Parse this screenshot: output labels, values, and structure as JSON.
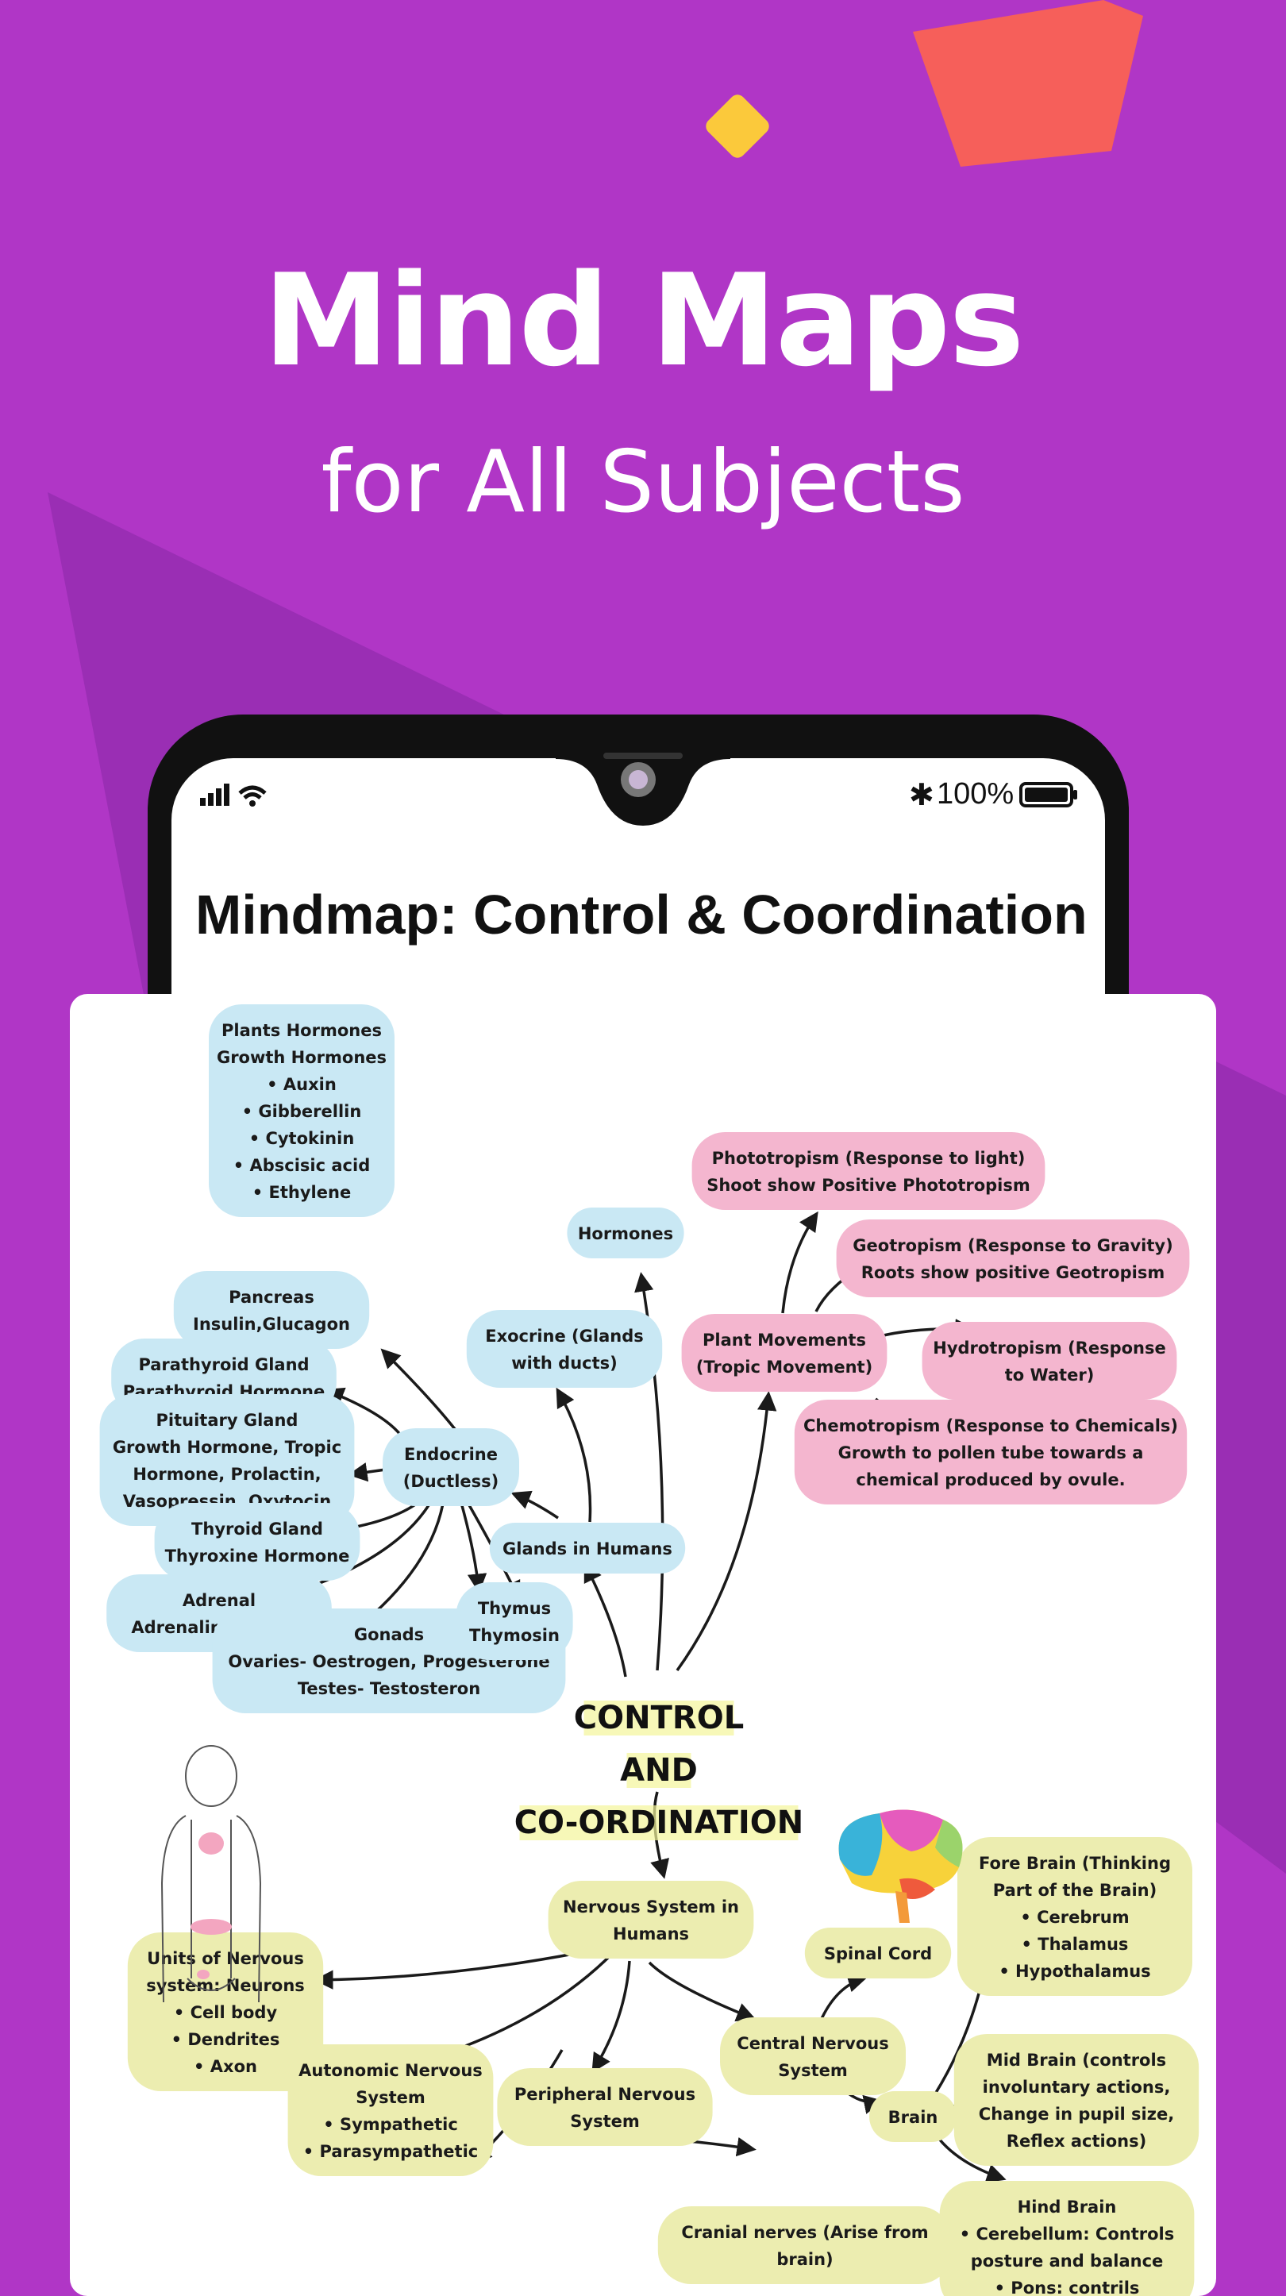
{
  "hero": {
    "title": "Mind Maps",
    "subtitle": "for All Subjects"
  },
  "status": {
    "battery": "100%"
  },
  "page": {
    "title": "Mindmap: Control & Coordination"
  },
  "colors": {
    "background": "#b036c6",
    "blue_node": "#c9e8f4",
    "pink_node": "#f4b6cf",
    "yellow_node": "#ecedb0"
  },
  "mindmap": {
    "center": [
      "CONTROL",
      "AND",
      "CO-ORDINATION"
    ],
    "plants_hormones": [
      "Plants Hormones",
      "Growth Hormones",
      "• Auxin",
      "• Gibberellin",
      "• Cytokinin",
      "• Abscisic acid",
      "• Ethylene"
    ],
    "pancreas": [
      "Pancreas",
      "Insulin,Glucagon"
    ],
    "parathyroid": [
      "Parathyroid Gland",
      "Parathyroid Hormone"
    ],
    "pituitary": [
      "Pituitary Gland",
      "Growth Hormone, Tropic",
      "Hormone, Prolactin,",
      "Vasopressin, Oxytocin"
    ],
    "thyroid": [
      "Thyroid Gland",
      "Thyroxine Hormone"
    ],
    "adrenal": [
      "Adrenal",
      "Adrenalin, Cortisol"
    ],
    "gonads": [
      "Gonads",
      "Ovaries- Oestrogen, Progesterone",
      "Testes- Testosteron"
    ],
    "thymus": [
      "Thymus",
      "Thymosin"
    ],
    "endocrine": [
      "Endocrine",
      "(Ductless)"
    ],
    "exocrine": [
      "Exocrine (Glands",
      "with ducts)"
    ],
    "hormones": [
      "Hormones"
    ],
    "glands_humans": [
      "Glands in Humans"
    ],
    "plant_movements": [
      "Plant Movements",
      "(Tropic Movement)"
    ],
    "phototropism": [
      "Phototropism (Response to light)",
      "Shoot show Positive Phototropism"
    ],
    "geotropism": [
      "Geotropism (Response to Gravity)",
      "Roots show positive Geotropism"
    ],
    "hydrotropism": [
      "Hydrotropism (Response",
      "to Water)"
    ],
    "chemotropism": [
      "Chemotropism (Response to Chemicals)",
      "Growth to pollen tube towards a",
      "chemical produced by ovule."
    ],
    "nervous_system": [
      "Nervous System in",
      "Humans"
    ],
    "units": [
      "Units of Nervous",
      "system: Neurons",
      "• Cell body",
      "• Dendrites",
      "• Axon"
    ],
    "autonomic": [
      "Autonomic Nervous",
      "System",
      "• Sympathetic",
      "• Parasympathetic"
    ],
    "peripheral": [
      "Peripheral Nervous",
      "System"
    ],
    "cranial": [
      "Cranial nerves (Arise from",
      "brain)"
    ],
    "cns": [
      "Central Nervous",
      "System"
    ],
    "spinal_cord": [
      "Spinal Cord"
    ],
    "brain": [
      "Brain"
    ],
    "fore_brain": [
      "Fore Brain (Thinking",
      "Part of the Brain)",
      "• Cerebrum",
      "• Thalamus",
      "• Hypothalamus"
    ],
    "mid_brain": [
      "Mid Brain (controls",
      "involuntary actions,",
      "Change in pupil size,",
      "Reflex actions)"
    ],
    "hind_brain": [
      "Hind Brain",
      "• Cerebellum: Controls",
      "posture and balance",
      "• Pons: contrils"
    ]
  }
}
